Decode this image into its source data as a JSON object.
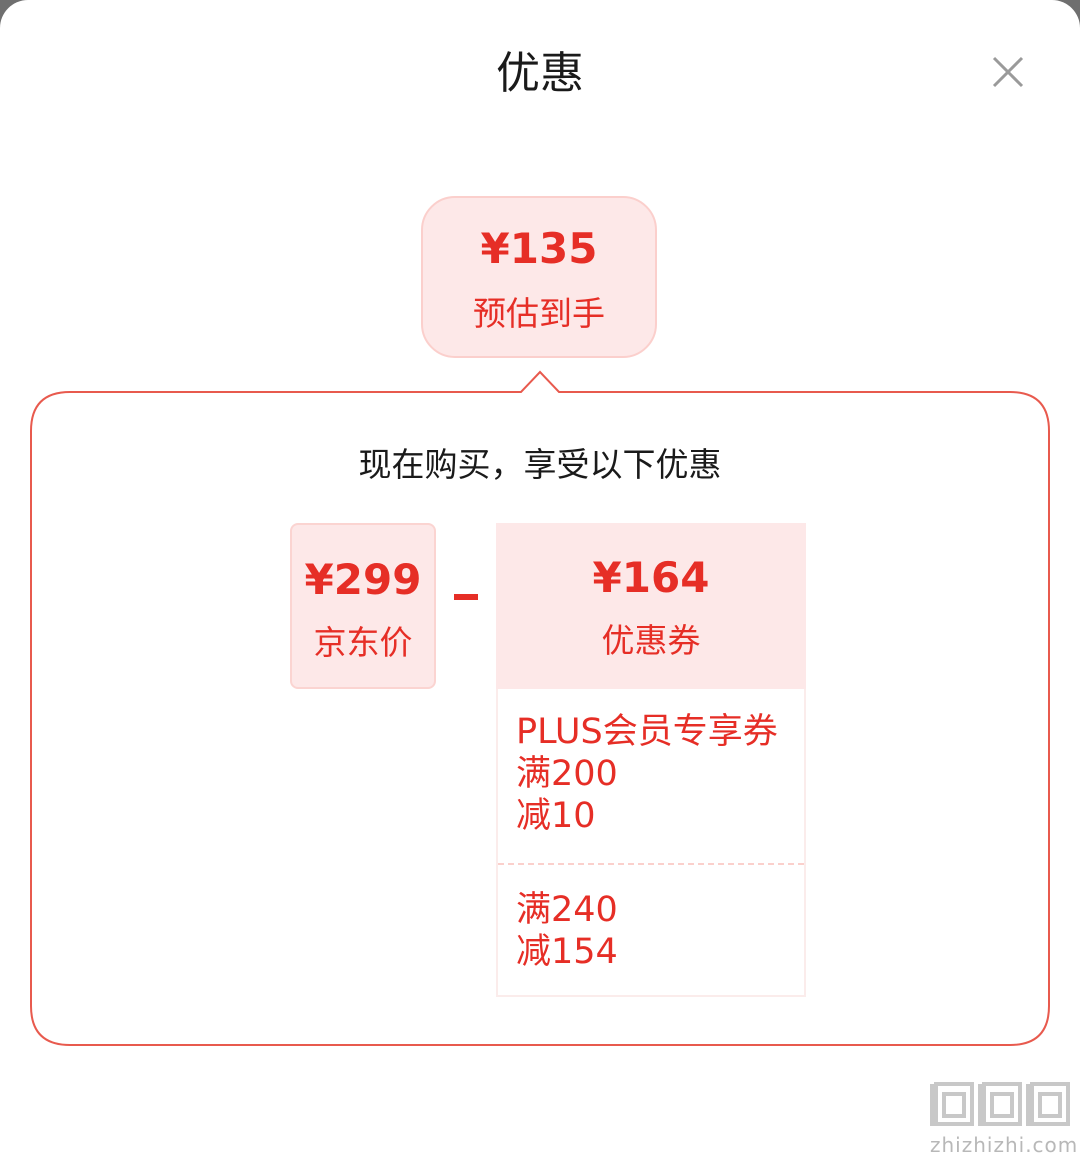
{
  "dialog": {
    "title": "优惠",
    "close_icon": "close-icon"
  },
  "estimate": {
    "price": "¥135",
    "label": "预估到手"
  },
  "panel": {
    "heading": "现在购买，享受以下优惠"
  },
  "calculation": {
    "jd_price": {
      "amount": "¥299",
      "label": "京东价"
    },
    "operator": "minus",
    "coupon": {
      "amount": "¥164",
      "label": "优惠券"
    }
  },
  "coupons": [
    {
      "lines": [
        "PLUS会员专享券",
        "满200",
        "减10"
      ]
    },
    {
      "lines": [
        "满240",
        "减154"
      ]
    }
  ],
  "watermark": {
    "url_text": "zhizhizhi.com"
  },
  "colors": {
    "accent_red": "#e62e26",
    "pink_fill": "#fde8e8",
    "panel_border": "#e85a4e"
  }
}
